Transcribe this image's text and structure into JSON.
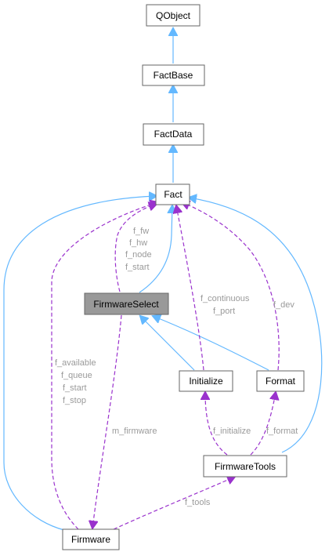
{
  "nodes": {
    "qobject": "QObject",
    "factbase": "FactBase",
    "factdata": "FactData",
    "fact": "Fact",
    "firmwareselect": "FirmwareSelect",
    "initialize": "Initialize",
    "format": "Format",
    "firmwaretools": "FirmwareTools",
    "firmware": "Firmware"
  },
  "edge_labels": {
    "fw_select_fact": [
      "f_fw",
      "f_hw",
      "f_node",
      "f_start"
    ],
    "firmware_fact": [
      "f_available",
      "f_queue",
      "f_start",
      "f_stop"
    ],
    "initialize_fact": [
      "f_continuous",
      "f_port"
    ],
    "format_fact": [
      "f_dev"
    ],
    "select_firmware": [
      "m_firmware"
    ],
    "tools_initialize": [
      "f_initialize"
    ],
    "tools_format": [
      "f_format"
    ],
    "firmware_tools": [
      "f_tools"
    ]
  },
  "colors": {
    "inheritance": "#63b8ff",
    "usage": "#9a32cd",
    "selected_fill": "#999999",
    "label_text": "#9a9a9a"
  }
}
